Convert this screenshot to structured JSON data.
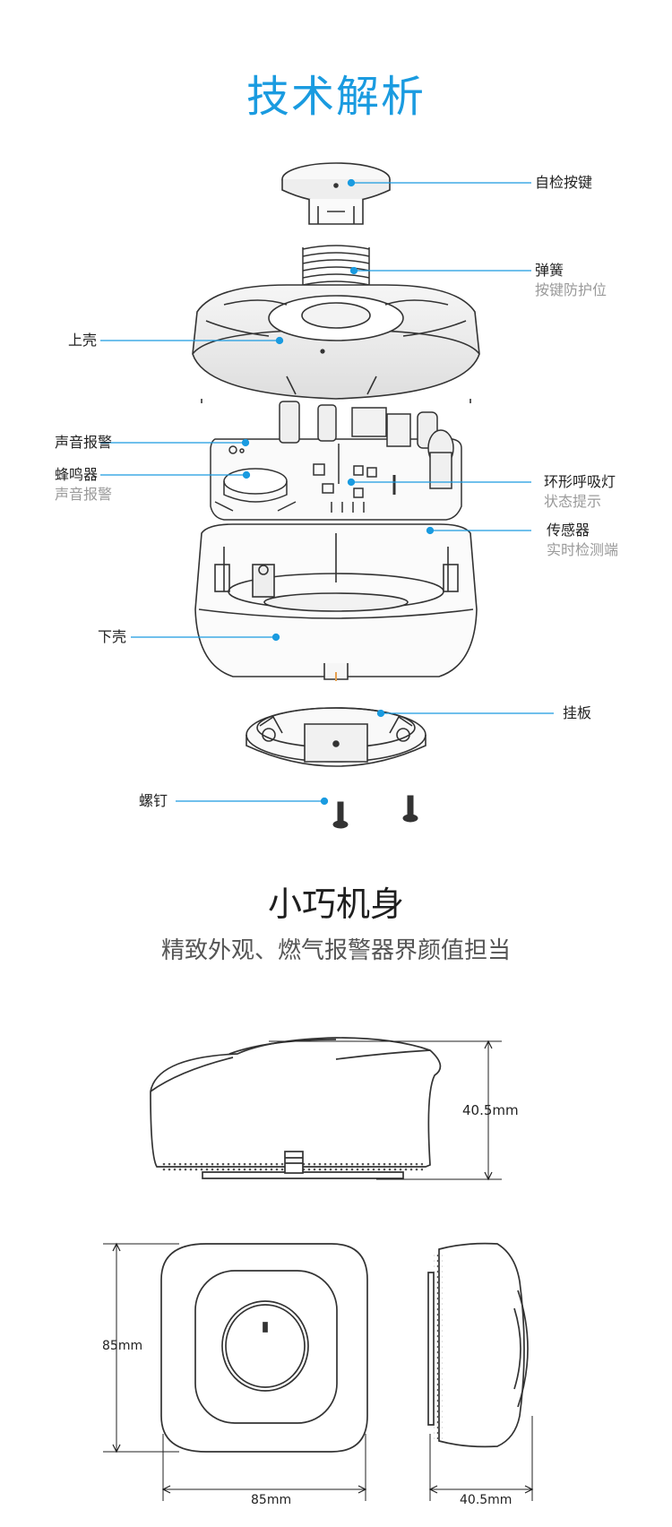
{
  "section1": {
    "title": "技术解析",
    "labels": {
      "self_test_button": "自检按键",
      "spring": "弹簧",
      "spring_sub": "按键防护位",
      "upper_shell": "上壳",
      "sound_alarm": "声音报警",
      "buzzer": "蜂鸣器",
      "buzzer_sub": "声音报警",
      "ring_light": "环形呼吸灯",
      "ring_light_sub": "状态提示",
      "sensor": "传感器",
      "sensor_sub": "实时检测端",
      "lower_shell": "下壳",
      "mount_plate": "挂板",
      "screw": "螺钉"
    }
  },
  "section2": {
    "title": "小巧机身",
    "subtitle": "精致外观、燃气报警器界颜值担当",
    "dims": {
      "front_height": "40.5mm",
      "top_height": "85mm",
      "top_width": "85mm",
      "side_width": "40.5mm"
    }
  },
  "colors": {
    "accent": "#1a9be0",
    "line": "#1a9be0",
    "drawing": "#333333"
  }
}
